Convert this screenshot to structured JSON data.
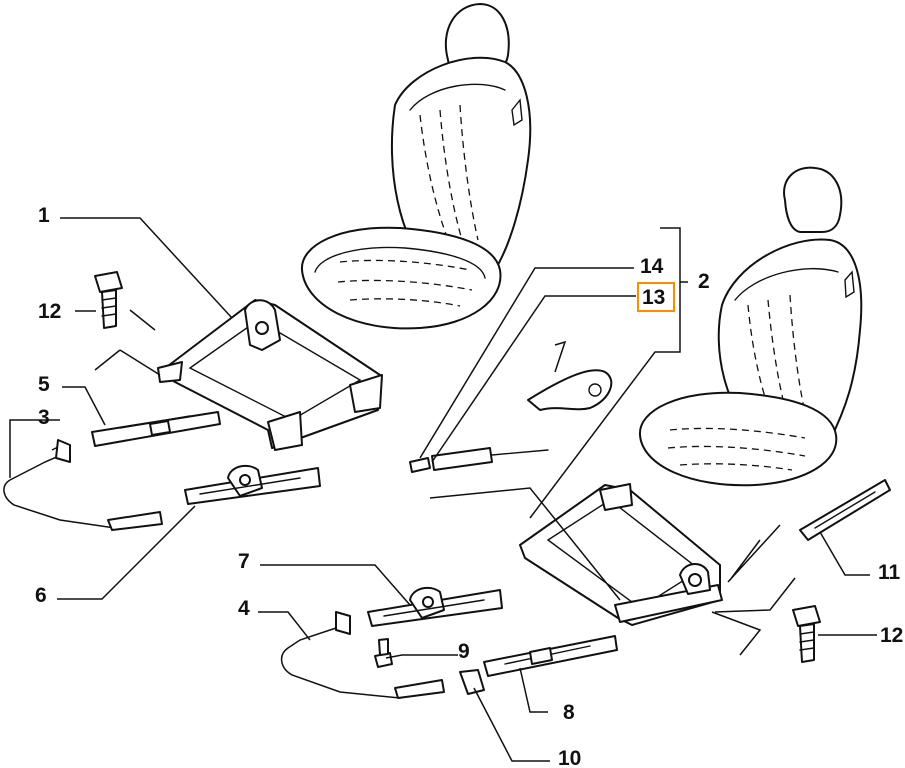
{
  "diagram": {
    "highlight_color": "#ff8c00",
    "line_color": "#111111",
    "background": "#ffffff",
    "callouts": {
      "c1": "1",
      "c2": "2",
      "c3": "3",
      "c4": "4",
      "c5": "5",
      "c6": "6",
      "c7": "7",
      "c8": "8",
      "c9": "9",
      "c10": "10",
      "c11": "11",
      "c12a": "12",
      "c12b": "12",
      "c13": "13",
      "c14": "14"
    },
    "highlighted_callout": "13"
  }
}
